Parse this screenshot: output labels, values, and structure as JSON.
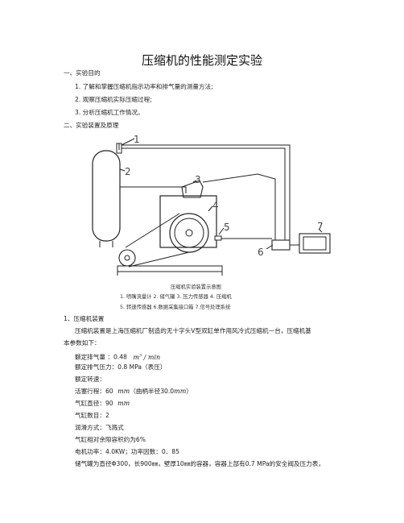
{
  "title": "压缩机的性能测定实验",
  "sections": {
    "s1": "一、实验目的",
    "goals": [
      "1. 了解和掌握压缩机指示功率和排气量的测量方法;",
      "2. 观察压缩机实际压缩过程;",
      "3. 分析压缩机工作情况。"
    ],
    "s2": "二、实验装置及原理"
  },
  "figure": {
    "callouts": [
      "1",
      "2",
      "3",
      "4",
      "5",
      "6",
      "7"
    ],
    "caption": "压缩机实验装置示意图",
    "legend_row1": "1. 喷嘴流量计   2. 储气罐   3. 压力传感器   4. 压缩机",
    "legend_row2": "5. 转速传感器   6.数据采集接口箱   7.信号处理系统"
  },
  "body": {
    "sub1": "1、压缩机装置",
    "para1": "压缩机装置是上海压缩机厂制造的无十字头V型双缸单作用风冷式压缩机一台，压缩机基",
    "para2": "本参数如下：",
    "flow_label": "额定排气量   ：0.48",
    "flow_unit": "m",
    "flow_unit_sup": "3",
    "flow_unit_rest": "/ min",
    "pressure": "额定排气压力：0.8 MPa（表压）",
    "speed": "额定转速：",
    "stroke_label": "活塞行程：60",
    "stroke_unit": "mm",
    "stroke_note": "（曲柄半径30.0",
    "stroke_note_unit": "mm",
    "stroke_note_end": "）",
    "bore_label": "气缸直径：90",
    "bore_unit": "mm",
    "cylinders": "气缸数目：2",
    "lubrication": "润滑方式：飞溅式",
    "clearance": "气缸相对余隙容积约为6%",
    "power": "电机功率：4.0KW；功率因数：0．85",
    "tank": "储气罐为直径Φ300，长900㎜，壁厚10㎜的容器，容器上部有0.7 MPa的安全阀及压力表，"
  }
}
